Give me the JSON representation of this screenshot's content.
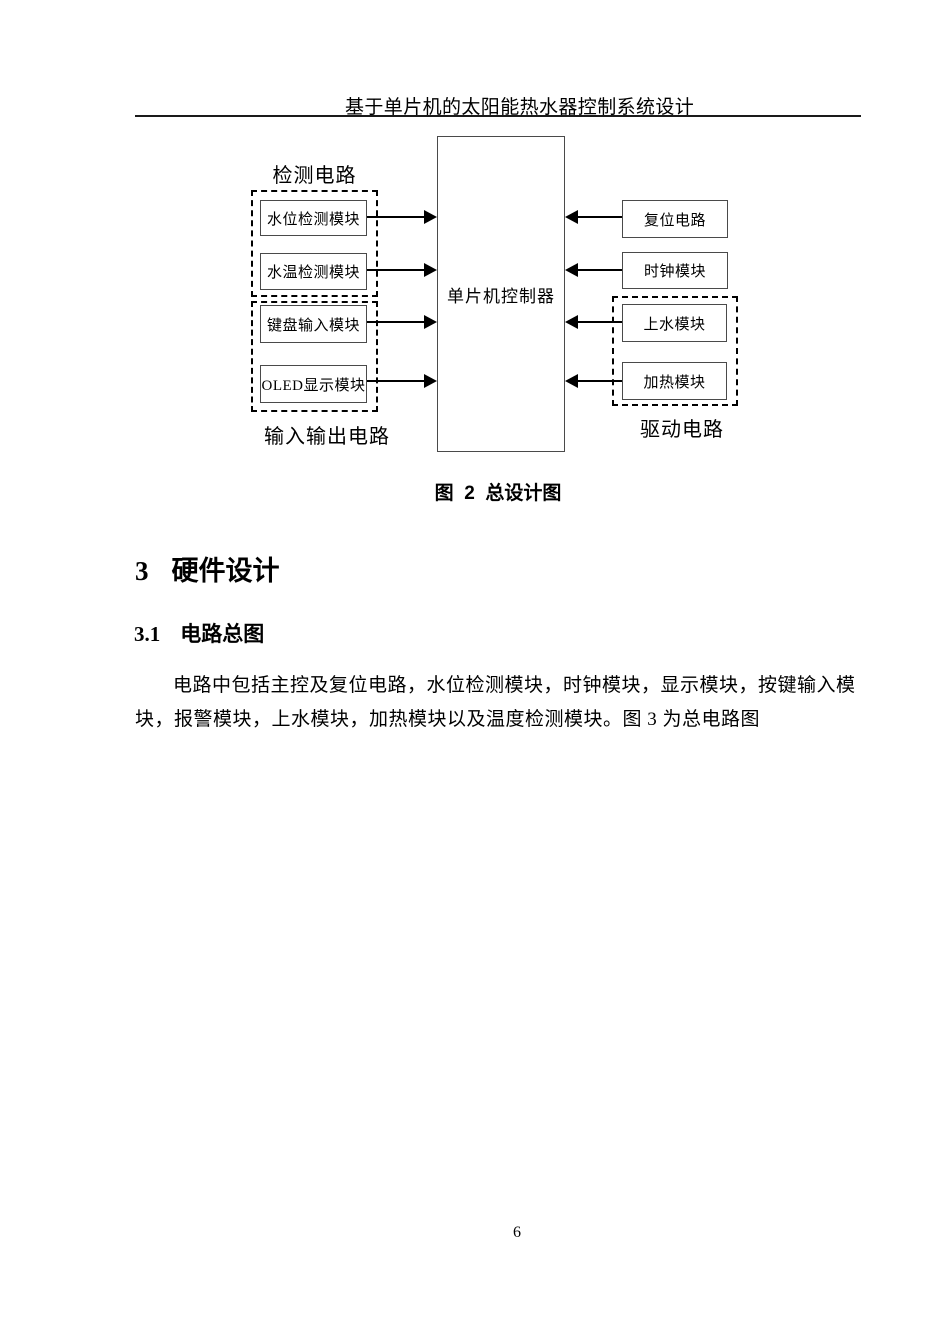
{
  "header": {
    "title": "基于单片机的太阳能热水器控制系统设计"
  },
  "figure": {
    "caption": "图  2  总设计图",
    "controller_label": "单片机控制器",
    "groups": {
      "detect": {
        "label": "检测电路",
        "modules": [
          "水位检测模块",
          "水温检测模块"
        ]
      },
      "io": {
        "label": "输入输出电路",
        "modules": [
          "键盘输入模块",
          "OLED显示模块"
        ]
      },
      "drive": {
        "label": "驱动电路",
        "modules": [
          "上水模块",
          "加热模块"
        ]
      }
    },
    "standalone_modules": [
      "复位电路",
      "时钟模块"
    ]
  },
  "sections": {
    "h1_number": "3",
    "h1_title": "硬件设计",
    "h2_number": "3.1",
    "h2_title": "电路总图",
    "body_lines": [
      "电路中包括主控及复位电路，水位检测模块，时钟模块，显示模块，按键输入模",
      "块，报警模块，上水模块，加热模块以及温度检测模块。图 3 为总电路图"
    ]
  },
  "footer": {
    "page_number": "6"
  },
  "colors": {
    "text": "#000000",
    "box_border": "#4a4a4a",
    "dashed_border": "#000000",
    "header_rule": "#1a1a1a",
    "background": "#ffffff"
  }
}
